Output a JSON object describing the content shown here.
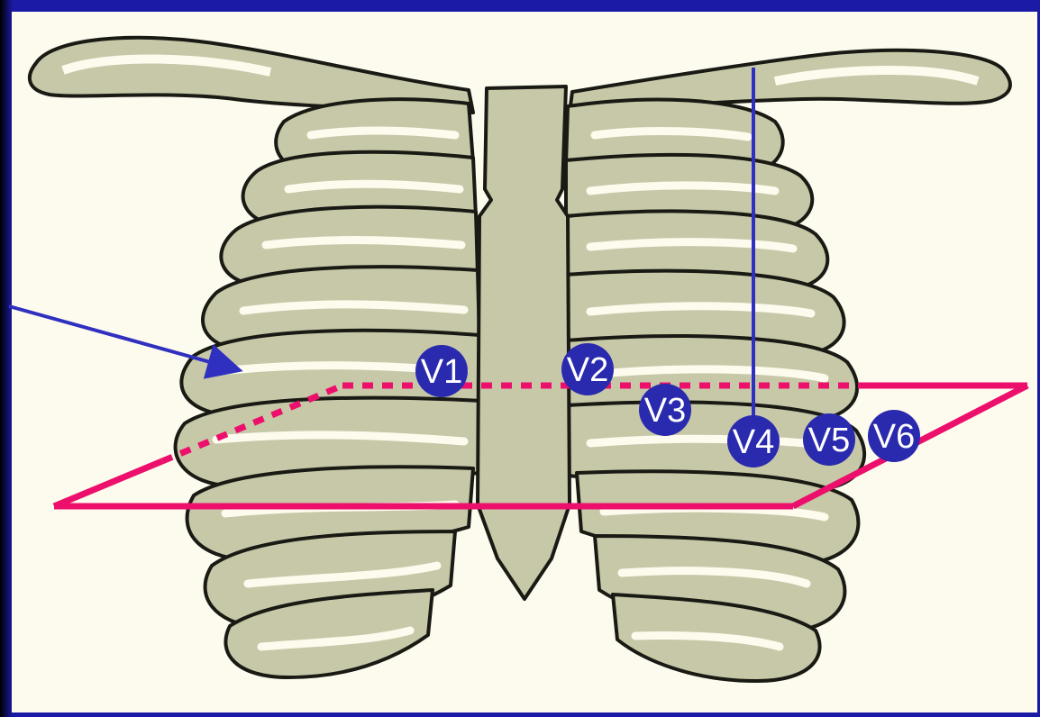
{
  "diagram": {
    "leads": [
      {
        "id": "v1",
        "label": "V1"
      },
      {
        "id": "v2",
        "label": "V2"
      },
      {
        "id": "v3",
        "label": "V3"
      },
      {
        "id": "v4",
        "label": "V4"
      },
      {
        "id": "v5",
        "label": "V5"
      },
      {
        "id": "v6",
        "label": "V6"
      }
    ]
  },
  "colors": {
    "frame": "#1a1aa6",
    "background": "#fdfbee",
    "bone": "#c7c8a8",
    "bone_outline": "#1a1a14",
    "electrode": "#2a2aae",
    "plane": "#ec0f6c",
    "guide_line": "#3030c0"
  }
}
